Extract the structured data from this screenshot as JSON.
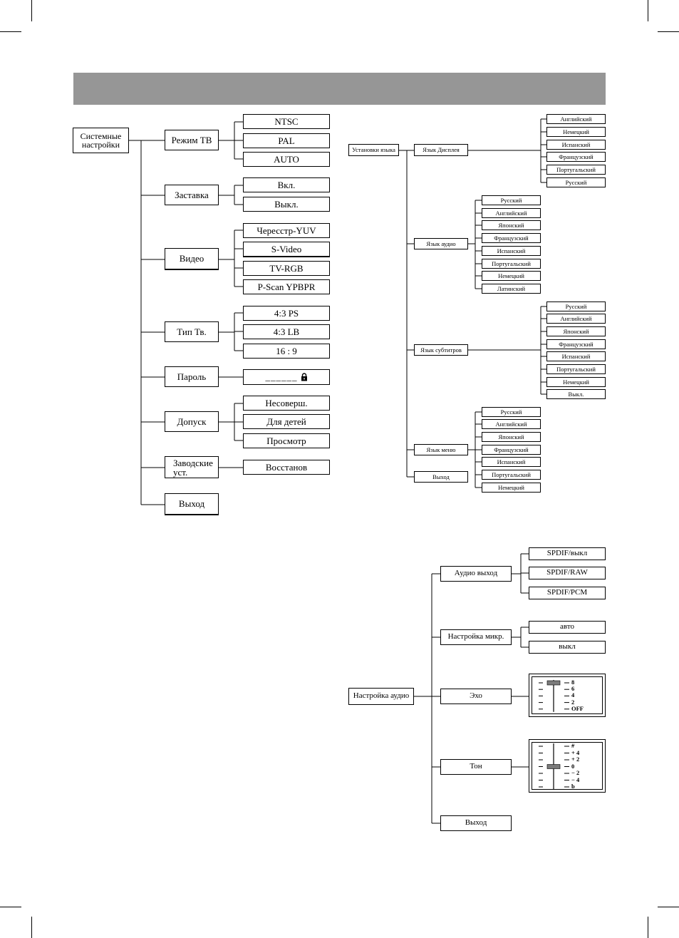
{
  "system": {
    "root": "Системные настройки",
    "nodes": [
      {
        "label": "Режим ТВ",
        "options": [
          "NTSC",
          "PAL",
          "AUTO"
        ]
      },
      {
        "label": "Заставка",
        "options": [
          "Вкл.",
          "Выкл."
        ]
      },
      {
        "label": "Видео",
        "options": [
          "Чересстр-YUV",
          "S-Video",
          "TV-RGB",
          "P-Scan YPBPR"
        ]
      },
      {
        "label": "Тип Тв.",
        "options": [
          "4:3 PS",
          "4:3 LB",
          "16 : 9"
        ]
      },
      {
        "label": "Пароль",
        "options": [
          "______"
        ]
      },
      {
        "label": "Допуск",
        "options": [
          "Несоверш.",
          "Для детей",
          "Просмотр"
        ]
      },
      {
        "label": "Заводские уст.",
        "options": [
          "Восстанов"
        ]
      },
      {
        "label": "Выход",
        "options": []
      }
    ]
  },
  "language": {
    "root": "Установки языка",
    "nodes": [
      {
        "label": "Язык Дисплея",
        "options": [
          "Английский",
          "Немецкий",
          "Испанский",
          "Французский",
          "Португальский",
          "Русский"
        ]
      },
      {
        "label": "Язык аудио",
        "options": [
          "Русский",
          "Английский",
          "Японский",
          "Французский",
          "Испанский",
          "Португальский",
          "Немецкий",
          "Латинский"
        ]
      },
      {
        "label": "Язык субтитров",
        "options": [
          "Русский",
          "Английский",
          "Японский",
          "Французский",
          "Испанский",
          "Португальский",
          "Немецкий",
          "Выкл."
        ]
      },
      {
        "label": "Язык меню",
        "options": [
          "Русский",
          "Английский",
          "Японский",
          "Французский",
          "Испанский",
          "Португальский",
          "Немецкий"
        ]
      },
      {
        "label": "Выход",
        "options": []
      }
    ]
  },
  "audio": {
    "root": "Настройка аудио",
    "nodes": [
      {
        "label": "Аудио выход",
        "options": [
          "SPDIF/выкл",
          "SPDIF/RAW",
          "SPDIF/PCM"
        ]
      },
      {
        "label": "Настройка микр.",
        "options": [
          "авто",
          "выкл"
        ]
      },
      {
        "label": "Эхо",
        "options": []
      },
      {
        "label": "Тон",
        "options": []
      },
      {
        "label": "Выход",
        "options": []
      }
    ],
    "echo_scale": {
      "labels": [
        "8",
        "6",
        "4",
        "2",
        "OFF"
      ],
      "level": "8"
    },
    "tone_scale": {
      "labels": [
        "#",
        "+ 4",
        "+ 2",
        "0",
        "− 2",
        "− 4",
        "b"
      ],
      "level": "0"
    }
  }
}
